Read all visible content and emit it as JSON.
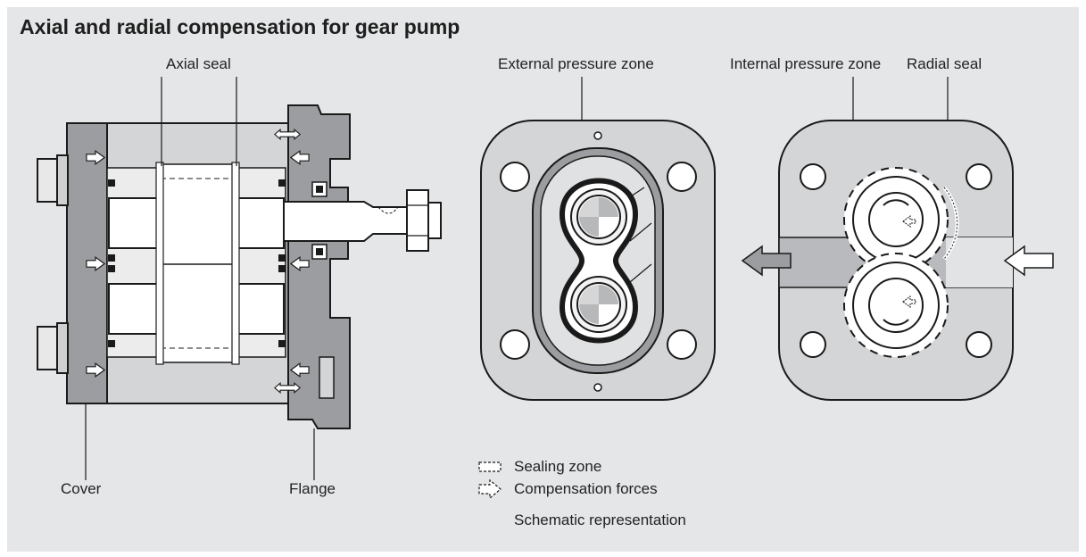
{
  "title": "Axial and radial compensation for gear pump",
  "labels": {
    "axial_seal": "Axial seal",
    "external_pressure_zone": "External pressure zone",
    "internal_pressure_zone": "Internal pressure zone",
    "radial_seal": "Radial seal",
    "cover": "Cover",
    "flange": "Flange"
  },
  "legend": {
    "sealing_zone": "Sealing zone",
    "compensation_forces": "Compensation forces",
    "note": "Schematic representation"
  },
  "colors": {
    "background": "#e5e6e8",
    "body_fill": "#d4d5d7",
    "dark_part": "#9b9da0",
    "outline": "#1a1a1a"
  }
}
